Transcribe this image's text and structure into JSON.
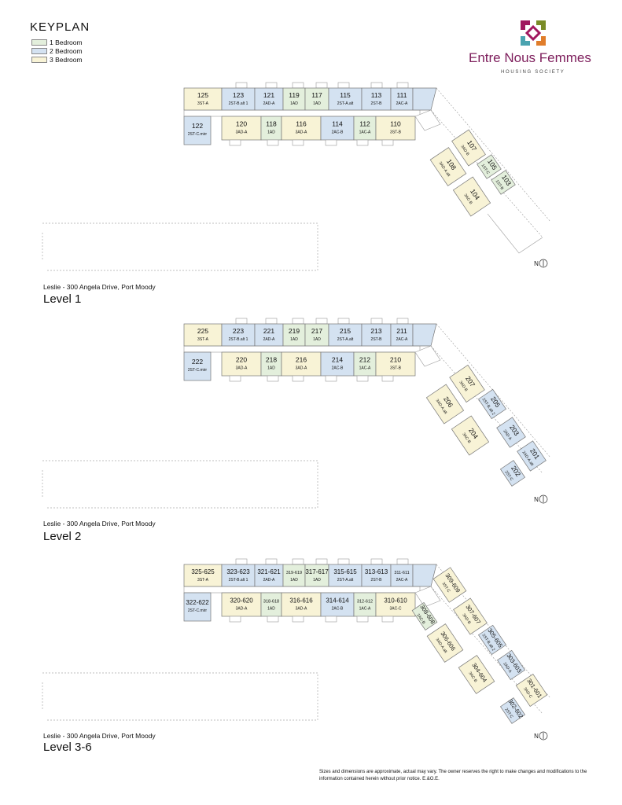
{
  "keyplan": {
    "title": "KEYPLAN",
    "legend": [
      {
        "label": "1 Bedroom",
        "color": "#e3efdc"
      },
      {
        "label": "2 Bedroom",
        "color": "#d4e2f1"
      },
      {
        "label": "3 Bedroom",
        "color": "#f8f3d6"
      }
    ]
  },
  "brand": {
    "name": "Entre Nous Femmes",
    "subtitle": "HOUSING SOCIETY",
    "colors": [
      "#a0185f",
      "#7a8c27",
      "#4aa3b0",
      "#e07d2b"
    ]
  },
  "floors": [
    {
      "address": "Leslie - 300 Angela Drive, Port Moody",
      "level": "Level 1",
      "north": "N",
      "units": [
        {
          "num": "125",
          "type": "3ST-A",
          "bed": 3
        },
        {
          "num": "123",
          "type": "2ST-B.alt 1",
          "bed": 2
        },
        {
          "num": "121",
          "type": "2AD-A",
          "bed": 2
        },
        {
          "num": "119",
          "type": "1AD",
          "bed": 1
        },
        {
          "num": "117",
          "type": "1AD",
          "bed": 1
        },
        {
          "num": "115",
          "type": "2ST-A.alt",
          "bed": 2
        },
        {
          "num": "113",
          "type": "2ST-B",
          "bed": 2
        },
        {
          "num": "111",
          "type": "2AC-A",
          "bed": 2
        },
        {
          "num": "122",
          "type": "2ST-C.mirr",
          "bed": 2
        },
        {
          "num": "120",
          "type": "3AD-A",
          "bed": 3
        },
        {
          "num": "118",
          "type": "1AD",
          "bed": 1
        },
        {
          "num": "116",
          "type": "3AD-A",
          "bed": 3
        },
        {
          "num": "114",
          "type": "2AC-B",
          "bed": 2
        },
        {
          "num": "112",
          "type": "1AC-A",
          "bed": 1
        },
        {
          "num": "110",
          "type": "3ST-B",
          "bed": 3
        },
        {
          "num": "107",
          "type": "3AD-B",
          "bed": 3
        },
        {
          "num": "108",
          "type": "3AD-A.alt",
          "bed": 3
        },
        {
          "num": "105",
          "type": "1ST-C",
          "bed": 1
        },
        {
          "num": "103",
          "type": "1ST-B",
          "bed": 1
        },
        {
          "num": "104",
          "type": "3AC-B",
          "bed": 3
        }
      ]
    },
    {
      "address": "Leslie - 300 Angela Drive, Port Moody",
      "level": "Level 2",
      "north": "N",
      "units": [
        {
          "num": "225",
          "type": "3ST-A",
          "bed": 3
        },
        {
          "num": "223",
          "type": "2ST-B.alt 1",
          "bed": 2
        },
        {
          "num": "221",
          "type": "2AD-A",
          "bed": 2
        },
        {
          "num": "219",
          "type": "1AD",
          "bed": 1
        },
        {
          "num": "217",
          "type": "1AD",
          "bed": 1
        },
        {
          "num": "215",
          "type": "2ST-A.alt",
          "bed": 2
        },
        {
          "num": "213",
          "type": "2ST-B",
          "bed": 2
        },
        {
          "num": "211",
          "type": "2AC-A",
          "bed": 2
        },
        {
          "num": "222",
          "type": "2ST-C.mirr",
          "bed": 2
        },
        {
          "num": "220",
          "type": "3AD-A",
          "bed": 3
        },
        {
          "num": "218",
          "type": "1AD",
          "bed": 1
        },
        {
          "num": "216",
          "type": "3AD-A",
          "bed": 3
        },
        {
          "num": "214",
          "type": "2AC-B",
          "bed": 2
        },
        {
          "num": "212",
          "type": "1AC-A",
          "bed": 1
        },
        {
          "num": "210",
          "type": "3ST-B",
          "bed": 3
        },
        {
          "num": "207",
          "type": "3AD-B",
          "bed": 3
        },
        {
          "num": "206",
          "type": "3AD-A.alt",
          "bed": 3
        },
        {
          "num": "205",
          "type": "2ST-B.alt 2",
          "bed": 2
        },
        {
          "num": "204",
          "type": "3AC-B",
          "bed": 3
        },
        {
          "num": "203",
          "type": "2AD-A",
          "bed": 2
        },
        {
          "num": "201",
          "type": "2AD-A.alt",
          "bed": 2
        },
        {
          "num": "202",
          "type": "2ST-C",
          "bed": 2
        }
      ]
    },
    {
      "address": "Leslie - 300 Angela Drive, Port Moody",
      "level": "Level 3-6",
      "north": "N",
      "units": [
        {
          "num": "325-625",
          "type": "3ST-A",
          "bed": 3
        },
        {
          "num": "323-623",
          "type": "2ST-B.alt 1",
          "bed": 2
        },
        {
          "num": "321-621",
          "type": "2AD-A",
          "bed": 2
        },
        {
          "num": "319-619",
          "type": "1AD",
          "bed": 1
        },
        {
          "num": "317-617",
          "type": "1AD",
          "bed": 1
        },
        {
          "num": "315-615",
          "type": "2ST-A.alt",
          "bed": 2
        },
        {
          "num": "313-613",
          "type": "2ST-B",
          "bed": 2
        },
        {
          "num": "311-611",
          "type": "2AC-A",
          "bed": 2
        },
        {
          "num": "322-622",
          "type": "2ST-C.mirr",
          "bed": 2
        },
        {
          "num": "320-620",
          "type": "3AD-A",
          "bed": 3
        },
        {
          "num": "318-618",
          "type": "1AD",
          "bed": 1
        },
        {
          "num": "316-616",
          "type": "3AD-A",
          "bed": 3
        },
        {
          "num": "314-614",
          "type": "2AC-B",
          "bed": 2
        },
        {
          "num": "312-612",
          "type": "1AC-A",
          "bed": 1
        },
        {
          "num": "310-610",
          "type": "3AC-C",
          "bed": 3
        },
        {
          "num": "309-609",
          "type": "3ST-C",
          "bed": 3
        },
        {
          "num": "308-608",
          "type": "1AC-B",
          "bed": 1
        },
        {
          "num": "307-607",
          "type": "3AD-B",
          "bed": 3
        },
        {
          "num": "306-606",
          "type": "3AD-A.alt",
          "bed": 3
        },
        {
          "num": "305-605",
          "type": "2ST-B.alt 2",
          "bed": 2
        },
        {
          "num": "303-603",
          "type": "2AD-A",
          "bed": 2
        },
        {
          "num": "304-604",
          "type": "3AC-B",
          "bed": 3
        },
        {
          "num": "301-601",
          "type": "3AD-C",
          "bed": 3
        },
        {
          "num": "302-602",
          "type": "2ST-C",
          "bed": 2
        }
      ]
    }
  ],
  "disclaimer": "Sizes and dimensions are approximate, actual may vary. The owner reserves the right to make changes and modifications to the information contained herein without prior notice. E.&O.E."
}
